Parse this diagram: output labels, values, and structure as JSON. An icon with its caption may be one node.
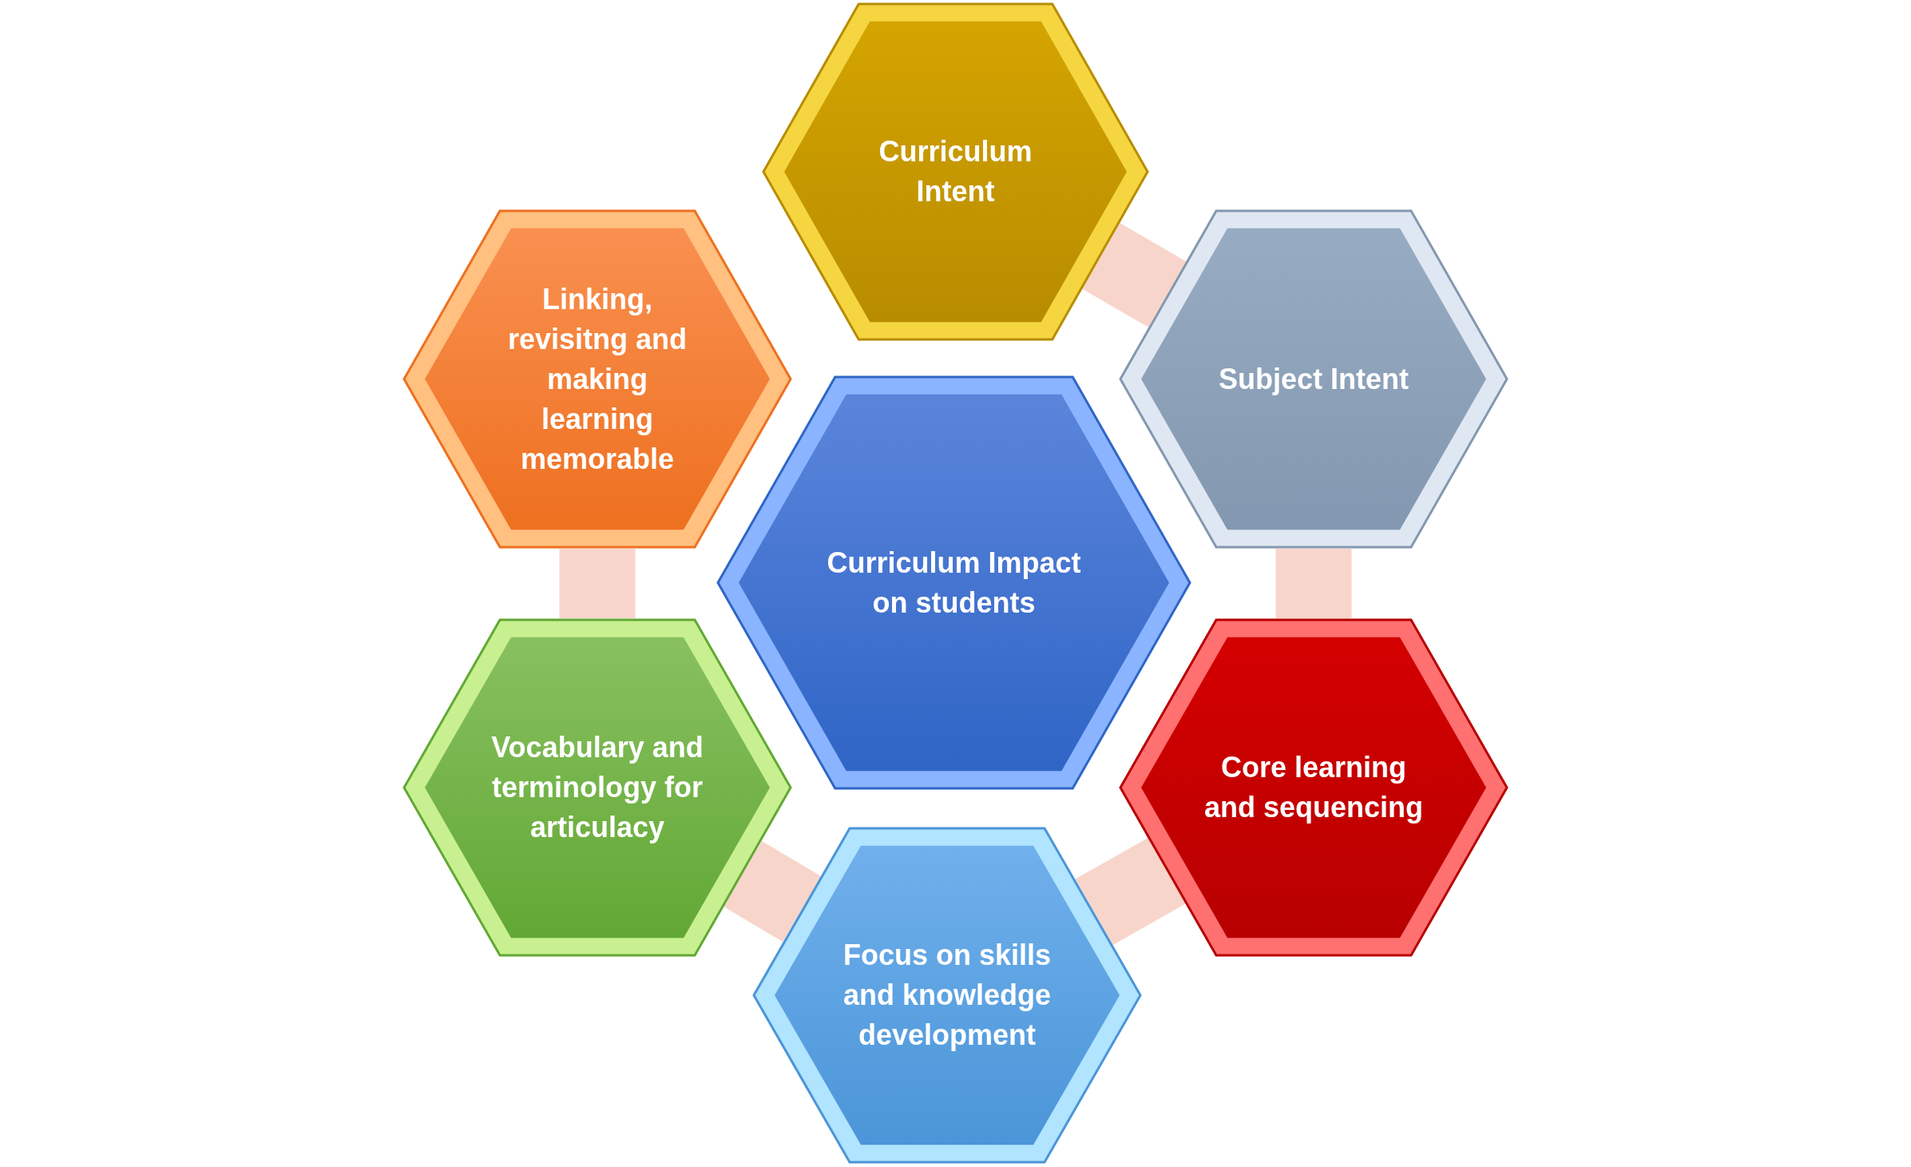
{
  "diagram": {
    "nodes": [
      {
        "text": [
          "Curriculum Intent"
        ]
      },
      {
        "text": [
          "Subject Intent"
        ]
      },
      {
        "text": [
          "Linking, revisitng and making learning memorable"
        ]
      },
      {
        "text": [
          "Curriculum Impact on students"
        ]
      },
      {
        "text": [
          "Core learning and sequencing"
        ]
      },
      {
        "text": [
          "Vocabulary and terminology for articulacy"
        ]
      },
      {
        "text": [
          "Focus on skills and knowledge development"
        ]
      }
    ],
    "edges": [
      {
        "from": 0,
        "to": 1,
        "arrow": "none"
      },
      {
        "from": 1,
        "to": 4,
        "arrow": "none"
      },
      {
        "from": 4,
        "to": 6,
        "arrow": "none"
      },
      {
        "from": 6,
        "to": 5,
        "arrow": "none"
      },
      {
        "from": 5,
        "to": 2,
        "arrow": "none"
      }
    ]
  }
}
